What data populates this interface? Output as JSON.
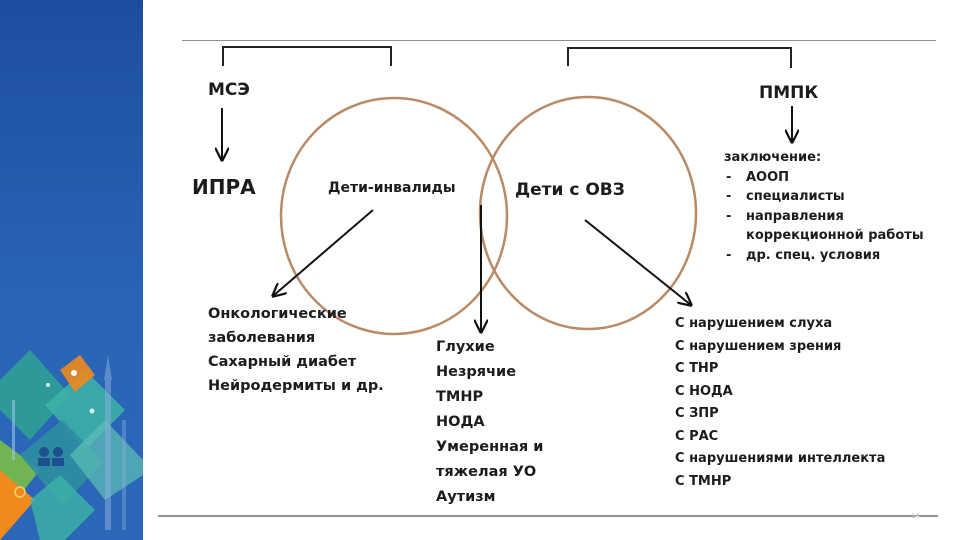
{
  "theme": {
    "sidebar_color": "#2a5fb0",
    "circle_color": "#b98a66",
    "accent_orange": "#f08a1c",
    "accent_teal": "#2fa39a",
    "accent_green": "#7dc242"
  },
  "labels": {
    "mse": "МСЭ",
    "ipra": "ИПРА",
    "pmpk": "ПМПК",
    "left_circle": "Дети-инвалиды",
    "right_circle": "Дети с ОВЗ"
  },
  "conclusion": {
    "title": "заключение:",
    "items": [
      "АООП",
      "специалисты",
      "направления",
      "коррекционной работы",
      "др. спец. условия"
    ]
  },
  "disabled_only": [
    "Онкологические",
    "заболевания",
    "Сахарный диабет",
    "Нейродермиты и др."
  ],
  "intersection": [
    "Глухие",
    "Незрячие",
    "ТМНР",
    "НОДА",
    "Умеренная и",
    "тяжелая УО",
    "Аутизм"
  ],
  "ovz_list": [
    "С нарушением слуха",
    "С нарушением зрения",
    "С ТНР",
    "С НОДА",
    "С ЗПР",
    "С РАС",
    "С нарушениями интеллекта",
    "С ТМНР"
  ],
  "page_number": "14"
}
